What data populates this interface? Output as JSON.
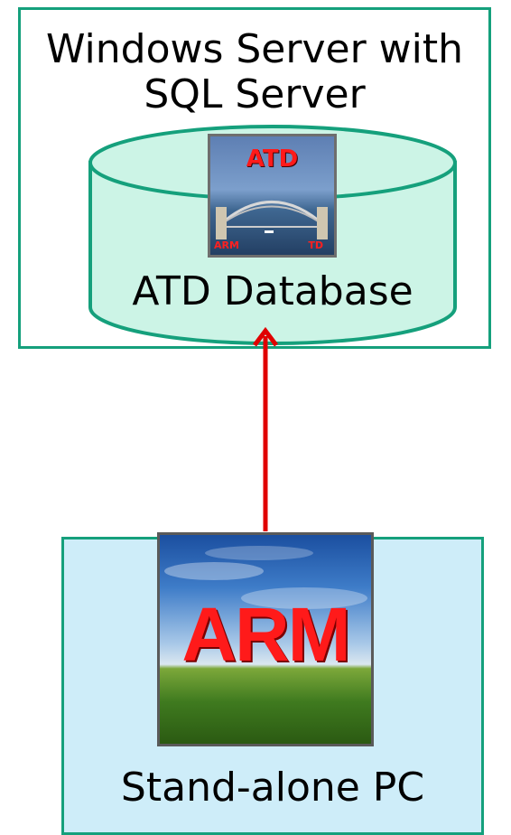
{
  "server": {
    "title_line1": "Windows Server with",
    "title_line2": "SQL Server",
    "database_label": "ATD Database",
    "logo_text": "ATD",
    "logo_corner_left": "ARM",
    "logo_corner_right": "TD"
  },
  "client": {
    "label": "Stand-alone PC",
    "logo_text": "ARM"
  },
  "colors": {
    "box_border": "#15a07c",
    "cylinder_fill": "#ccf4e6",
    "pc_fill": "#ceedf9",
    "arrow": "#e00000"
  }
}
